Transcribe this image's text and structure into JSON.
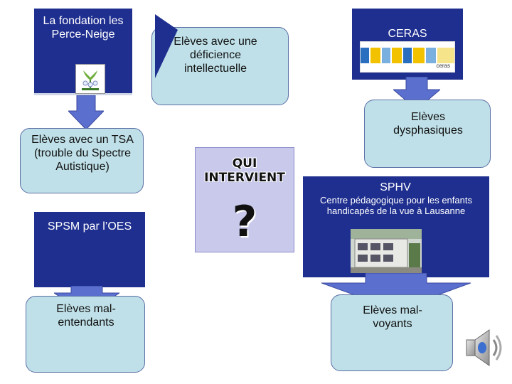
{
  "boxes": {
    "fondation": "La fondation les Perce-Neige",
    "deficience": "Elèves avec une déficience intellectuelle",
    "ceras_title": "CERAS",
    "ceras_logo_text": "ceras",
    "tsa": "Elèves avec un TSA (trouble du Spectre Autistique)",
    "dysphasiques": "Elèves dysphasiques",
    "spsm": "SPSM par l’OES",
    "sphv_title": "SPHV",
    "sphv_subtitle": "Centre pédagogique pour les enfants handicapés de la vue à Lausanne",
    "malentendants": "Elèves mal-entendants",
    "malvoyants": "Elèves mal-voyants"
  },
  "center": {
    "title": "QUI INTERVIENT",
    "mark": "?"
  },
  "colors": {
    "navy": "#1f2f8f",
    "light_box": "#bfe0e8",
    "center_box": "#c9c9ec",
    "arrow": "#5b6fcf"
  },
  "icons": [
    "plant-logo-icon",
    "speaker-icon",
    "building-photo"
  ]
}
